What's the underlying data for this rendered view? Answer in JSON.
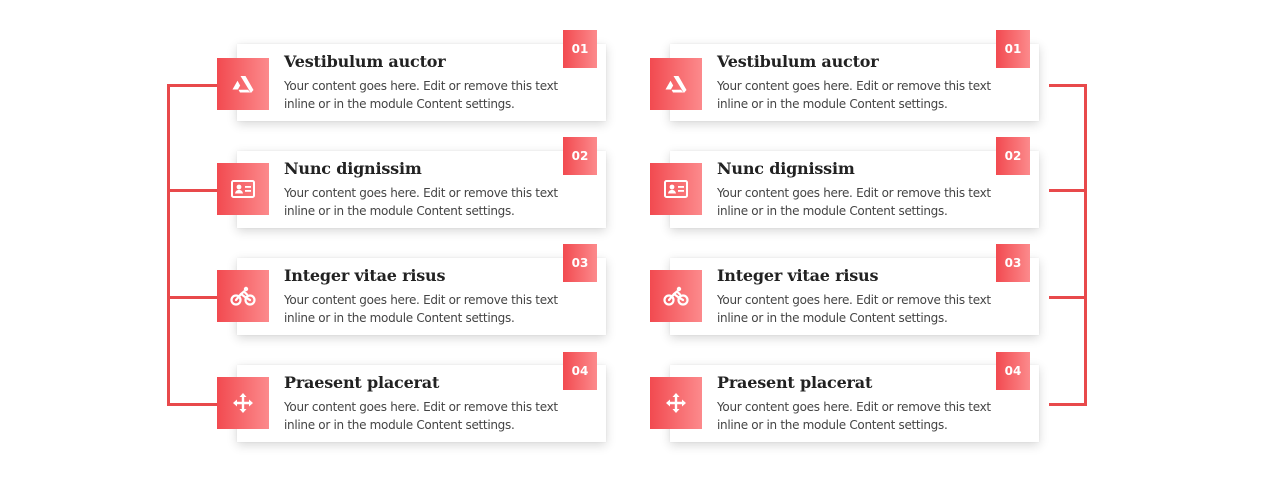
{
  "accent_color": "#e8494b",
  "gradient": [
    "#f24a50",
    "#fc8a8c"
  ],
  "left_column": {
    "items": [
      {
        "number": "01",
        "title": "Vestibulum auctor",
        "text": "Your content goes here. Edit or remove this text inline or in the module Content settings.",
        "icon": "artstation-icon"
      },
      {
        "number": "02",
        "title": "Nunc dignissim",
        "text": "Your content goes here. Edit or remove this text inline or in the module Content settings.",
        "icon": "id-card-icon"
      },
      {
        "number": "03",
        "title": "Integer vitae risus",
        "text": "Your content goes here. Edit or remove this text inline or in the module Content settings.",
        "icon": "bicycle-rider-icon"
      },
      {
        "number": "04",
        "title": "Praesent placerat",
        "text": "Your content goes here. Edit or remove this text inline or in the module Content settings.",
        "icon": "move-arrows-icon"
      }
    ]
  },
  "right_column": {
    "items": [
      {
        "number": "01",
        "title": "Vestibulum auctor",
        "text": "Your content goes here. Edit or remove this text inline or in the module Content settings.",
        "icon": "artstation-icon"
      },
      {
        "number": "02",
        "title": "Nunc dignissim",
        "text": "Your content goes here. Edit or remove this text inline or in the module Content settings.",
        "icon": "id-card-icon"
      },
      {
        "number": "03",
        "title": "Integer vitae risus",
        "text": "Your content goes here. Edit or remove this text inline or in the module Content settings.",
        "icon": "bicycle-rider-icon"
      },
      {
        "number": "04",
        "title": "Praesent placerat",
        "text": "Your content goes here. Edit or remove this text inline or in the module Content settings.",
        "icon": "move-arrows-icon"
      }
    ]
  }
}
